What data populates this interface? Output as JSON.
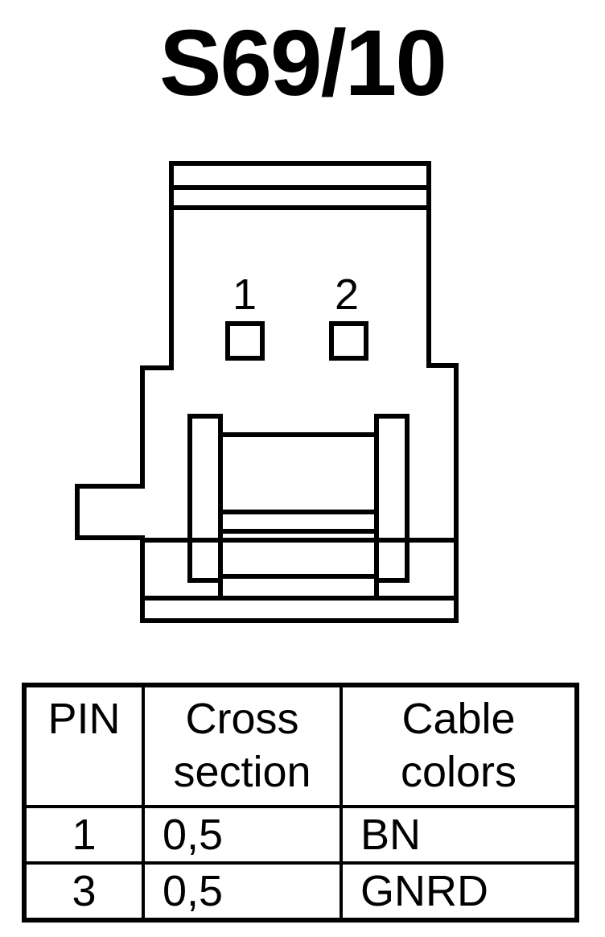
{
  "title": "S69/10",
  "connector": {
    "pin_labels": [
      "1",
      "2"
    ]
  },
  "table": {
    "headers": [
      {
        "line1": "PIN",
        "line2": ""
      },
      {
        "line1": "Cross",
        "line2": "section"
      },
      {
        "line1": "Cable",
        "line2": "colors"
      }
    ],
    "rows": [
      {
        "pin": "1",
        "cross_section": "0,5",
        "color": "BN"
      },
      {
        "pin": "3",
        "cross_section": "0,5",
        "color": "GNRD"
      }
    ]
  }
}
